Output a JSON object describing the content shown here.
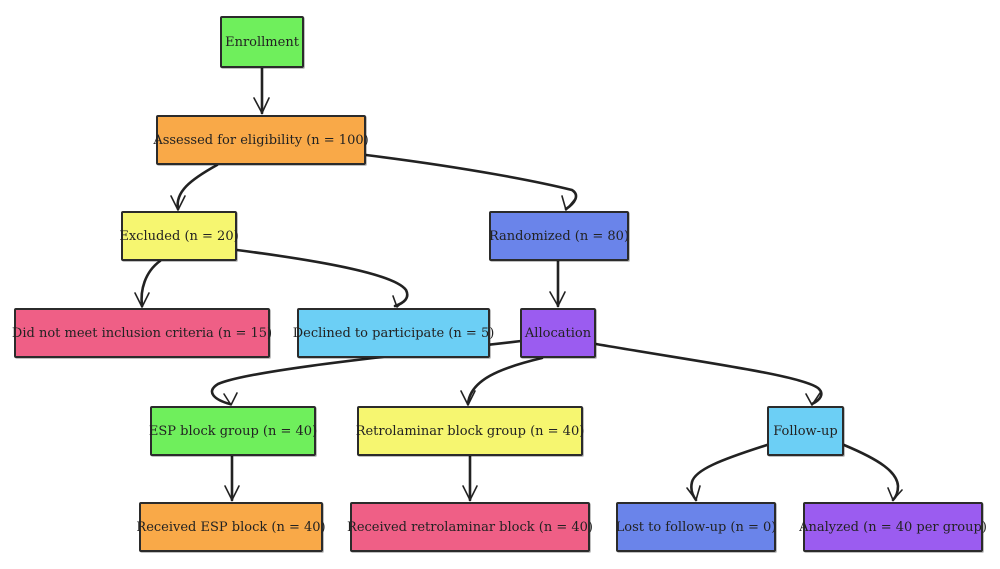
{
  "colors": {
    "green": "#6fef5c",
    "orange": "#f9a948",
    "yellow": "#f6f670",
    "blue": "#6a84ea",
    "pink": "#ef5f86",
    "cyan": "#6ccff5",
    "purple": "#9b5cf0"
  },
  "nodes": {
    "enrollment": {
      "label": "Enrollment",
      "color": "#6fef5c"
    },
    "assessed": {
      "label": "Assessed for eligibility (n = 100)",
      "color": "#f9a948"
    },
    "excluded": {
      "label": "Excluded (n = 20)",
      "color": "#f6f670"
    },
    "randomized": {
      "label": "Randomized (n = 80)",
      "color": "#6a84ea"
    },
    "not_meet": {
      "label": "Did not meet inclusion criteria (n = 15)",
      "color": "#ef5f86"
    },
    "declined": {
      "label": "Declined to participate (n = 5)",
      "color": "#6ccff5"
    },
    "allocation": {
      "label": "Allocation",
      "color": "#9b5cf0"
    },
    "esp_group": {
      "label": "ESP block group (n = 40)",
      "color": "#6fef5c"
    },
    "retro_group": {
      "label": "Retrolaminar block group (n = 40)",
      "color": "#f6f670"
    },
    "followup": {
      "label": "Follow-up",
      "color": "#6ccff5"
    },
    "received_esp": {
      "label": "Received ESP block (n = 40)",
      "color": "#f9a948"
    },
    "received_retro": {
      "label": "Received retrolaminar block (n = 40)",
      "color": "#ef5f86"
    },
    "lost": {
      "label": "Lost to follow-up (n = 0)",
      "color": "#6a84ea"
    },
    "analyzed": {
      "label": "Analyzed (n = 40 per group)",
      "color": "#9b5cf0"
    }
  },
  "edges": [
    [
      "enrollment",
      "assessed"
    ],
    [
      "assessed",
      "excluded"
    ],
    [
      "assessed",
      "randomized"
    ],
    [
      "excluded",
      "not_meet"
    ],
    [
      "excluded",
      "declined"
    ],
    [
      "randomized",
      "allocation"
    ],
    [
      "allocation",
      "esp_group"
    ],
    [
      "allocation",
      "retro_group"
    ],
    [
      "allocation",
      "followup"
    ],
    [
      "esp_group",
      "received_esp"
    ],
    [
      "retro_group",
      "received_retro"
    ],
    [
      "followup",
      "lost"
    ],
    [
      "followup",
      "analyzed"
    ]
  ]
}
